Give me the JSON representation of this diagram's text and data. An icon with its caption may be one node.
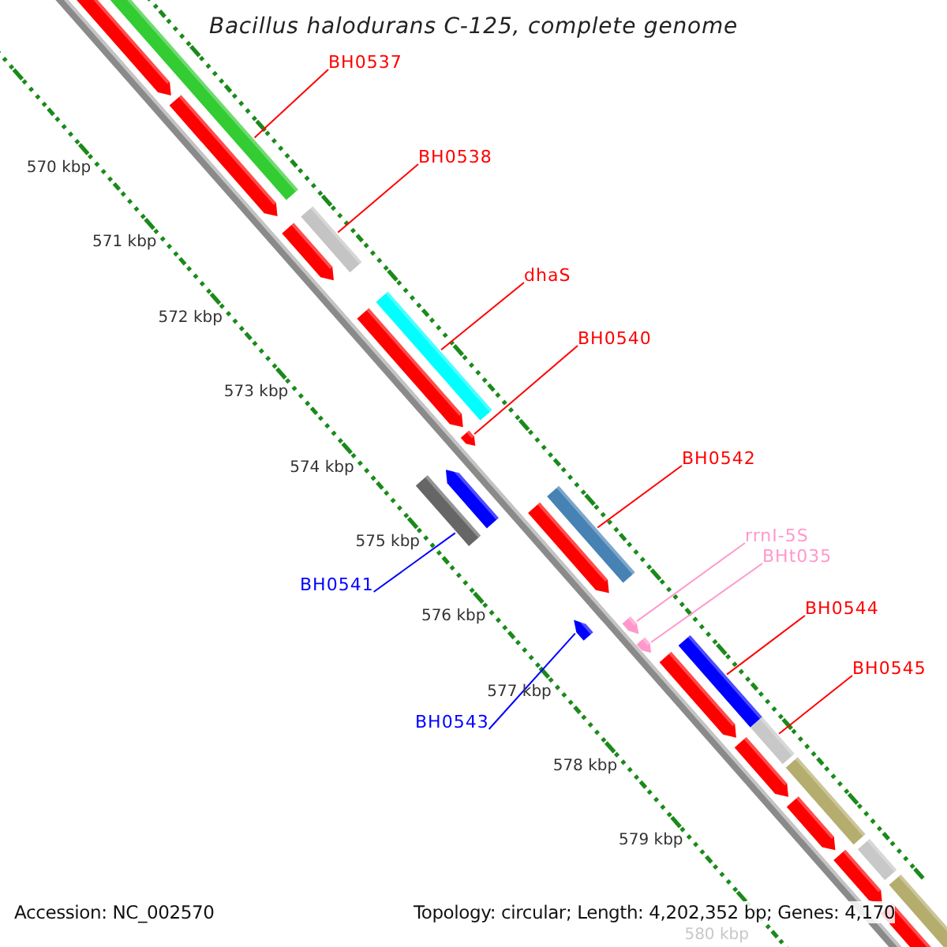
{
  "diagram": {
    "title": "Bacillus halodurans C-125, complete genome",
    "nodes": [
      {
        "text": [
          "BH0537"
        ]
      },
      {
        "text": [
          "BH0538"
        ]
      },
      {
        "text": [
          "dhaS"
        ]
      },
      {
        "text": [
          "BH0540"
        ]
      },
      {
        "text": [
          "BH0542"
        ]
      },
      {
        "text": [
          "rrnI-5S"
        ]
      },
      {
        "text": [
          "BHt035"
        ]
      },
      {
        "text": [
          "BH0544"
        ]
      },
      {
        "text": [
          "BH0545"
        ]
      },
      {
        "text": [
          "BH0541"
        ]
      },
      {
        "text": [
          "BH0543"
        ]
      },
      {
        "text": [],
        "shape": "bar"
      },
      {
        "text": [],
        "shape": "bar"
      },
      {
        "text": [],
        "shape": "bar"
      },
      {
        "text": [],
        "shape": "bar"
      },
      {
        "text": [],
        "shape": "bar"
      },
      {
        "text": [],
        "shape": "bar"
      },
      {
        "text": [],
        "shape": "bar"
      },
      {
        "text": [],
        "shape": "bar"
      },
      {
        "text": [],
        "shape": "bar"
      },
      {
        "text": [],
        "shape": "bar"
      },
      {
        "text": [],
        "shape": "bar"
      },
      {
        "text": [],
        "shape": "box"
      }
    ],
    "edges": [
      {
        "from": 0,
        "to": 11,
        "arrow": "none"
      },
      {
        "from": 1,
        "to": 12,
        "arrow": "none"
      },
      {
        "from": 2,
        "to": 13,
        "arrow": "none"
      },
      {
        "from": 3,
        "to": 14,
        "arrow": "none"
      },
      {
        "from": 4,
        "to": 15,
        "arrow": "none"
      },
      {
        "from": 5,
        "to": 16,
        "arrow": "none",
        "color": "#ff99cc"
      },
      {
        "from": 6,
        "to": 17,
        "arrow": "none",
        "color": "#ff99cc"
      },
      {
        "from": 7,
        "to": 18,
        "arrow": "none"
      },
      {
        "from": 8,
        "to": 19,
        "arrow": "none"
      },
      {
        "from": 9,
        "to": 20,
        "arrow": "none",
        "color": "#0000ff"
      },
      {
        "from": 10,
        "to": 21,
        "arrow": "none",
        "color": "#0000ff"
      }
    ],
    "labels": [
      "570 kbp",
      "571 kbp",
      "572 kbp",
      "573 kbp",
      "574 kbp",
      "575 kbp",
      "576 kbp",
      "577 kbp",
      "578 kbp",
      "579 kbp",
      "580 kbp",
      "Accession: NC_002570",
      "Topology: circular; Length: 4,202,352 bp; Genes: 4,170"
    ]
  }
}
